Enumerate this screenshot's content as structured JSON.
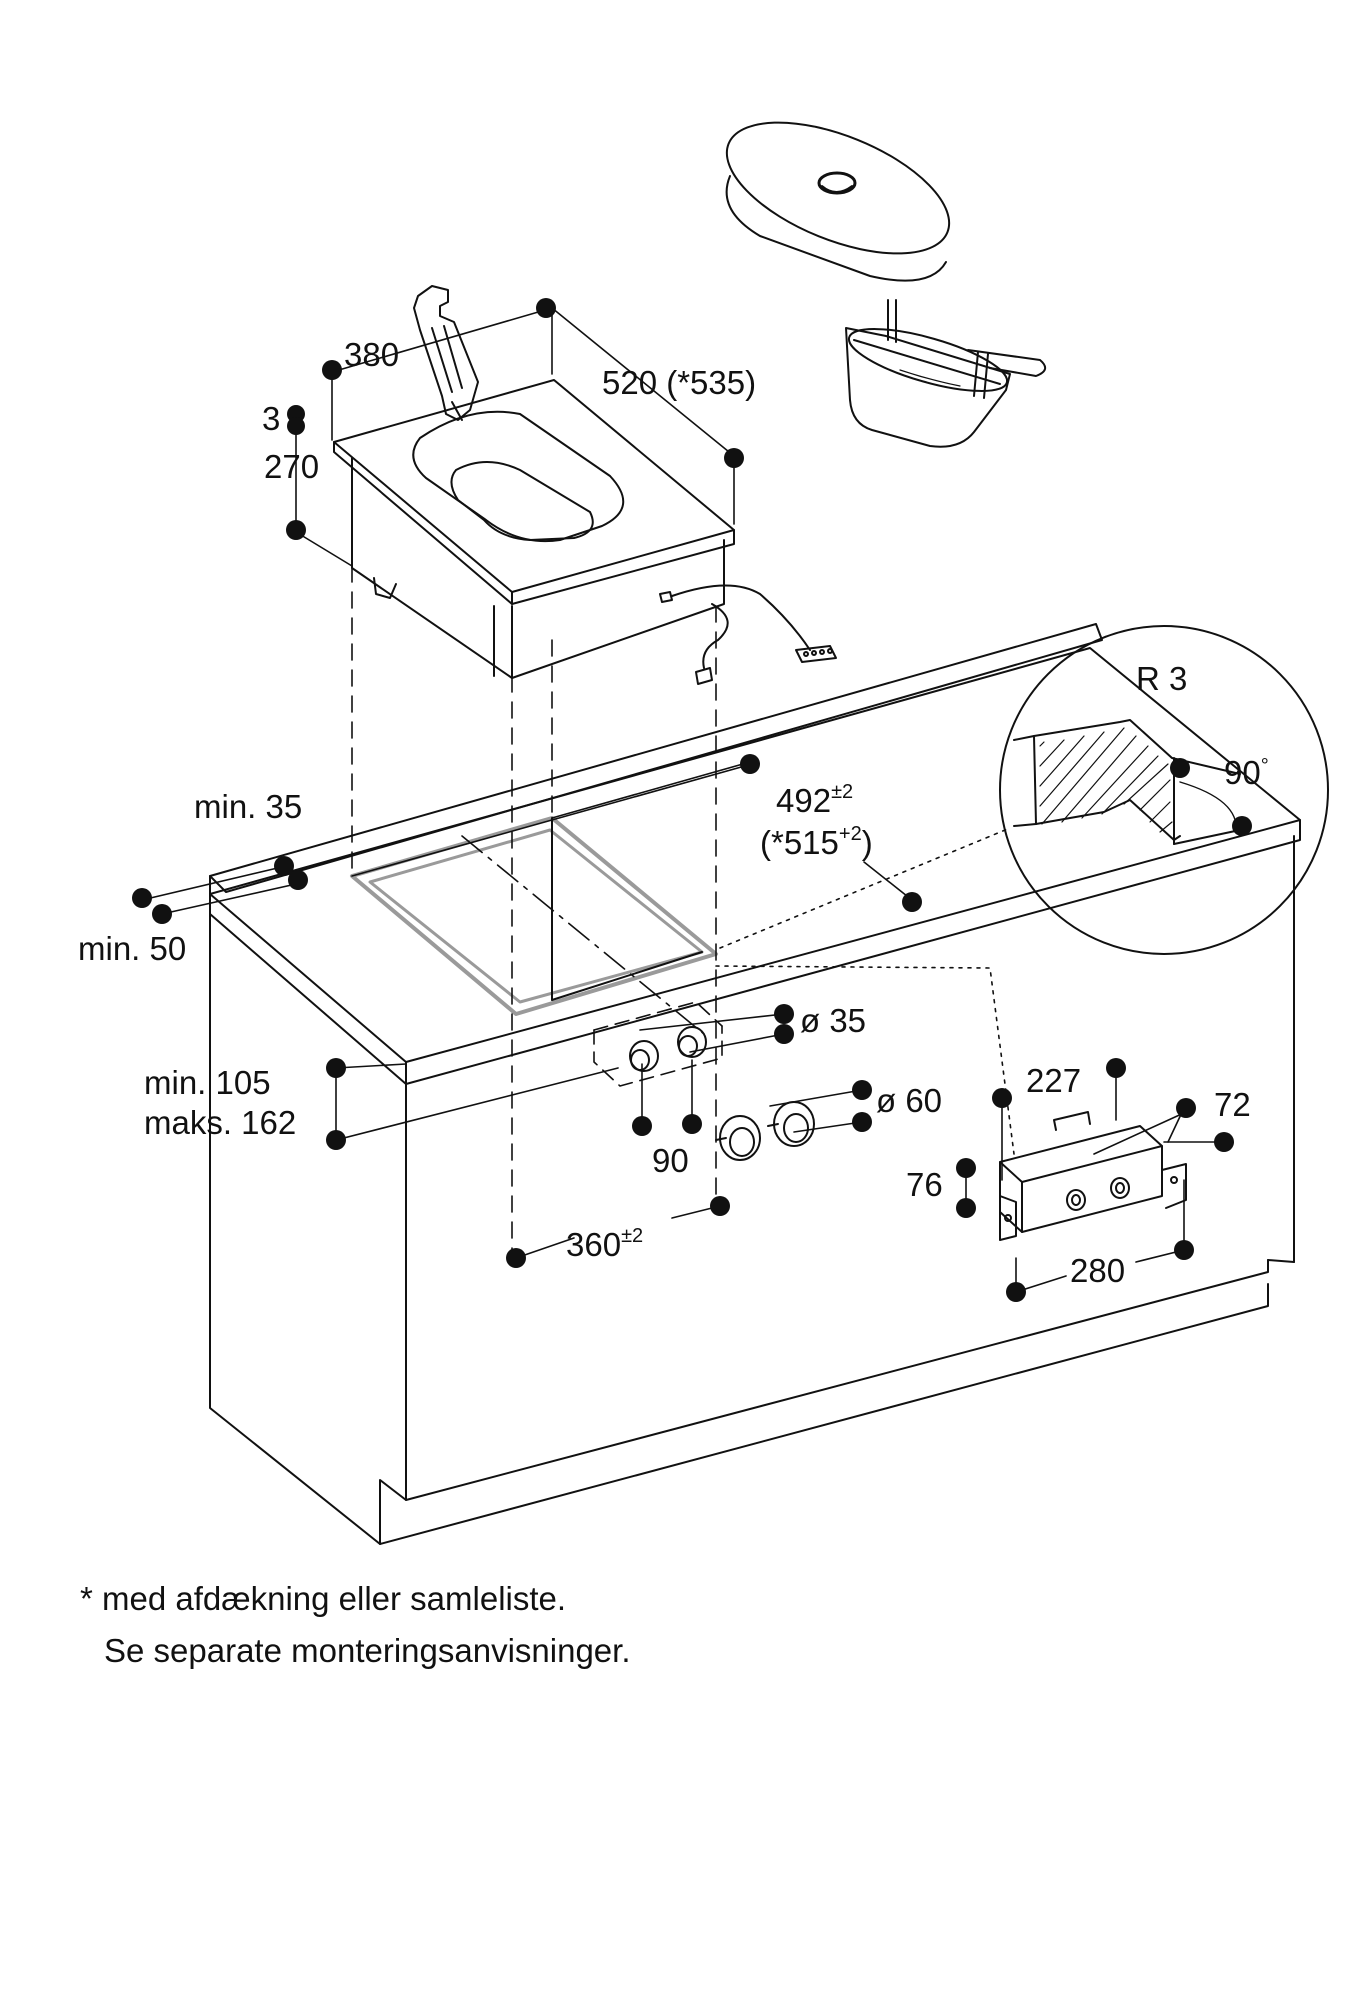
{
  "labels": {
    "w380": "380",
    "w520": "520 (*535)",
    "h3": "3",
    "h270": "270",
    "r3": "R 3",
    "angle90": "90",
    "deg": "°",
    "min35": "min. 35",
    "min50": "min. 50",
    "cut492": "492",
    "cut492_tol": "±2",
    "cut515_open": "(*515",
    "cut515_tol": "+2",
    "cut515_close": ")",
    "dia35": "ø 35",
    "dia60": "ø 60",
    "min105": "min. 105",
    "maks162": "maks. 162",
    "spacing90": "90",
    "cut360": "360",
    "cut360_tol": "±2",
    "box227": "227",
    "box72": "72",
    "box76": "76",
    "box280": "280"
  },
  "footnote": {
    "line1": "* med afdækning eller samleliste.",
    "line2": "Se separate monteringsanvisninger."
  },
  "colors": {
    "line": "#111111",
    "cutout": "#9a9a9a",
    "background": "#ffffff"
  }
}
